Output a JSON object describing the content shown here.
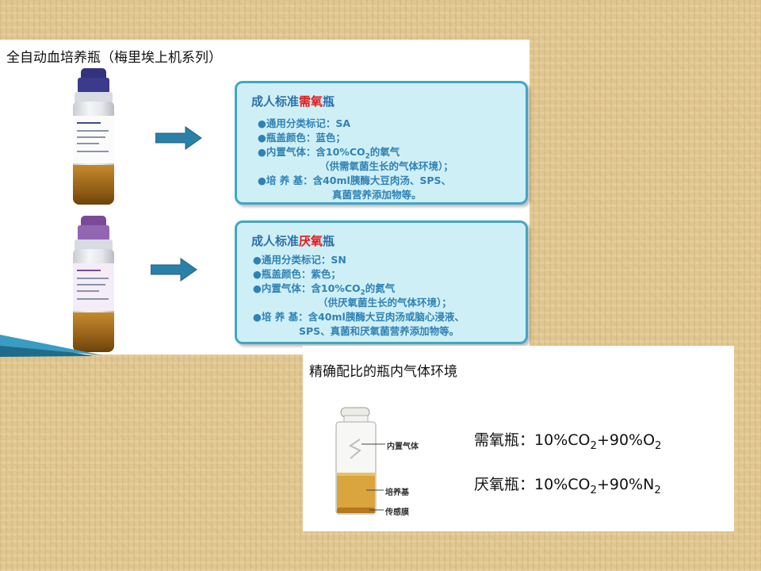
{
  "top_panel": {
    "title": "全自动血培养瓶（梅里埃上机系列）",
    "aerobic": {
      "title_prefix": "成人标准",
      "title_highlight": "需氧",
      "title_suffix": "瓶",
      "line1": "●通用分类标记：SA",
      "line2": "●瓶盖颜色：蓝色；",
      "line3_prefix": "●内置气体：含10%CO",
      "line3_sub": "2",
      "line3_suffix": "的氧气",
      "line4": "（供需氧菌生长的气体环境）；",
      "line5": "●培 养 基：含40ml胰酶大豆肉汤、SPS、",
      "line6": "真菌营养添加物等。",
      "cap_color": "#3c3a8c"
    },
    "anaerobic": {
      "title_prefix": "成人标准",
      "title_highlight": "厌氧",
      "title_suffix": "瓶",
      "line1": "●通用分类标记：SN",
      "line2": "●瓶盖颜色：紫色；",
      "line3_prefix": "●内置气体：含10%CO",
      "line3_sub": "2",
      "line3_suffix": "的氮气",
      "line4": "（供厌氧菌生长的气体环境）；",
      "line5": "●培 养 基：含40ml胰酶大豆肉汤或脑心浸液、",
      "line6": "SPS、真菌和厌氧菌营养添加物等。",
      "cap_color": "#8a5aa8"
    }
  },
  "bottom_panel": {
    "title": "精确配比的瓶内气体环境",
    "diagram_labels": {
      "gas": "内置气体",
      "medium": "培养基",
      "sensor": "传感膜"
    },
    "aerobic_formula": {
      "label": "需氧瓶：",
      "part1": "10%CO",
      "sub1": "2",
      "part2": "+90%O",
      "sub2": "2"
    },
    "anaerobic_formula": {
      "label": "厌氧瓶：",
      "part1": "10%CO",
      "sub1": "2",
      "part2": "+90%N",
      "sub2": "2"
    }
  }
}
